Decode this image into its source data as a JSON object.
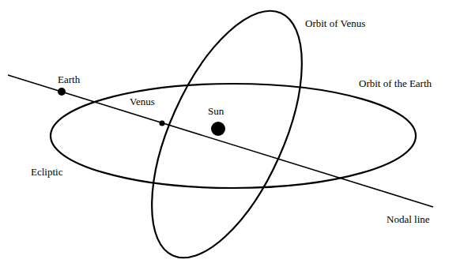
{
  "diagram": {
    "labels": [
      "Orbit of Venus",
      "Earth",
      "Orbit of the Earth",
      "Venus",
      "Sun",
      "Ecliptic",
      "Nodal line"
    ]
  }
}
